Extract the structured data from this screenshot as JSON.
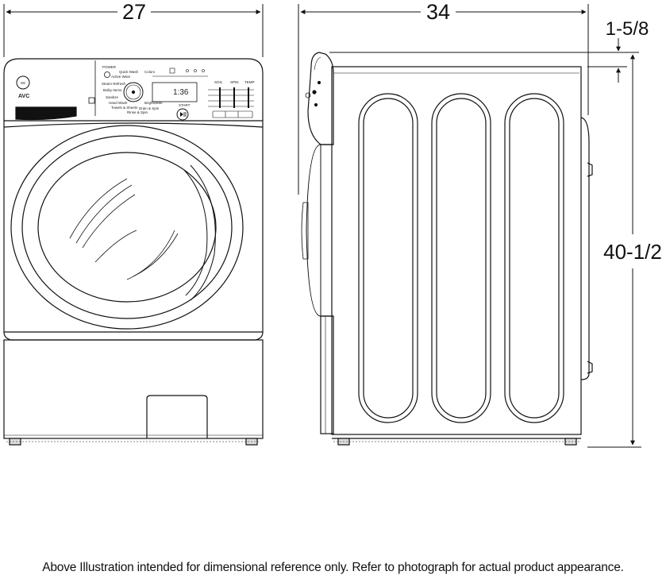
{
  "dimensions": {
    "width": "27",
    "depth": "34",
    "top_offset": "1-5/8",
    "height": "40-1/2"
  },
  "panel": {
    "brand_logo": "GE",
    "model": "AVC",
    "power": "POWER",
    "start": "START",
    "display": "1:36",
    "soil": "SOIL",
    "spin": "SPIN",
    "temp": "TEMP",
    "cycles": [
      "Quick Wash",
      "Active Wear",
      "Steam Refresh",
      "Bulky Items",
      "Sanitize",
      "Hand Wash",
      "Towels & Sheets",
      "Colors",
      "Drain & Spin",
      "Rinse & Spin",
      "Brightclean"
    ]
  },
  "caption": "Above Illustration intended for dimensional reference only. Refer to photograph for actual product appearance."
}
